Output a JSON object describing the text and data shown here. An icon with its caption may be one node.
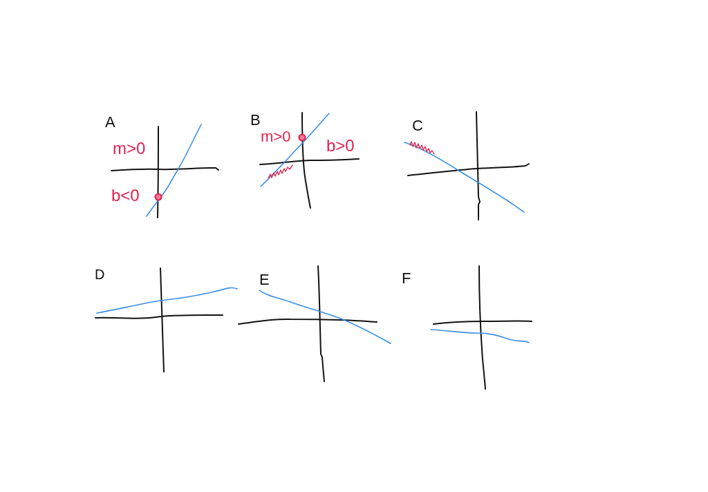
{
  "diagram": {
    "labels": [
      "A",
      "m>0",
      "b<0",
      "B",
      "m>0",
      "b>0",
      "C",
      "D",
      "E",
      "F"
    ]
  }
}
